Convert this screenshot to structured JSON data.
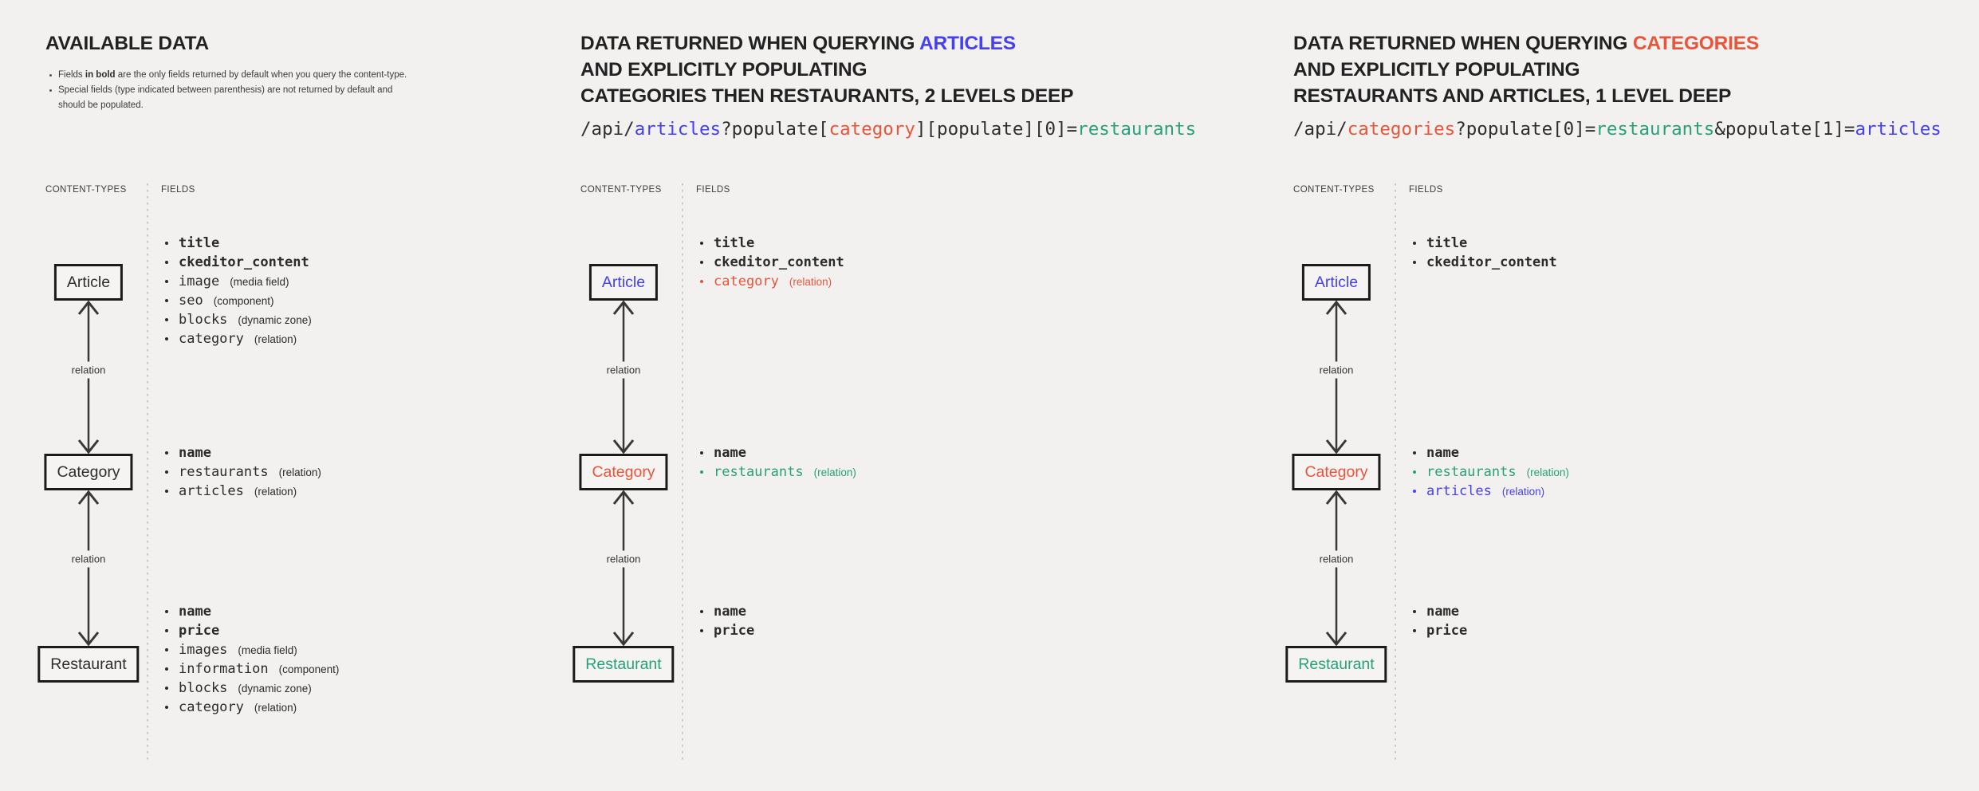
{
  "colors": {
    "background": "#f2f1f0",
    "dark": "#2b2b2b",
    "blue": "#4540f2",
    "red": "#ea5439",
    "green": "#27a17b",
    "arrow": "#383838"
  },
  "panels": [
    {
      "title": "AVAILABLE DATA",
      "notes": [
        {
          "pre": "Fields ",
          "bold": "in bold",
          "post": " are the only fields returned by default when you query the content-type."
        },
        {
          "text": "Special fields (type indicated between parenthesis) are not returned by default and should be populated."
        }
      ],
      "columns": {
        "content_types": "CONTENT-TYPES",
        "fields": "FIELDS"
      },
      "relation_label": "relation",
      "content_types": [
        {
          "label": "Article",
          "fields": [
            {
              "name": "title",
              "bold": true
            },
            {
              "name": "ckeditor_content",
              "bold": true
            },
            {
              "name": "image",
              "type": "(media field)"
            },
            {
              "name": "seo",
              "type": "(component)"
            },
            {
              "name": "blocks",
              "type": "(dynamic zone)"
            },
            {
              "name": "category",
              "type": "(relation)"
            }
          ]
        },
        {
          "label": "Category",
          "fields": [
            {
              "name": "name",
              "bold": true
            },
            {
              "name": "restaurants",
              "type": "(relation)"
            },
            {
              "name": "articles",
              "type": "(relation)"
            }
          ]
        },
        {
          "label": "Restaurant",
          "fields": [
            {
              "name": "name",
              "bold": true
            },
            {
              "name": "price",
              "bold": true
            },
            {
              "name": "images",
              "type": "(media field)"
            },
            {
              "name": "information",
              "type": "(component)"
            },
            {
              "name": "blocks",
              "type": "(dynamic zone)"
            },
            {
              "name": "category",
              "type": "(relation)"
            }
          ]
        }
      ]
    },
    {
      "heading": {
        "line1_plain": "DATA RETURNED WHEN QUERYING ",
        "line1_highlight": "ARTICLES",
        "line2": "AND EXPLICITLY POPULATING",
        "line3": "CATEGORIES THEN RESTAURANTS, 2 LEVELS DEEP"
      },
      "url": [
        {
          "text": "/api/",
          "color": "dark"
        },
        {
          "text": "articles",
          "color": "blue"
        },
        {
          "text": "?populate[",
          "color": "dark"
        },
        {
          "text": "category",
          "color": "red"
        },
        {
          "text": "][populate][0]=",
          "color": "dark"
        },
        {
          "text": "restaurants",
          "color": "green"
        }
      ],
      "columns": {
        "content_types": "CONTENT-TYPES",
        "fields": "FIELDS"
      },
      "relation_label": "relation",
      "content_types": [
        {
          "label": "Article",
          "color": "blue",
          "fields": [
            {
              "name": "title",
              "bold": true
            },
            {
              "name": "ckeditor_content",
              "bold": true
            },
            {
              "name": "category",
              "type": "(relation)",
              "color": "red"
            }
          ]
        },
        {
          "label": "Category",
          "color": "red",
          "fields": [
            {
              "name": "name",
              "bold": true
            },
            {
              "name": "restaurants",
              "type": "(relation)",
              "color": "green"
            }
          ]
        },
        {
          "label": "Restaurant",
          "color": "green",
          "fields": [
            {
              "name": "name",
              "bold": true
            },
            {
              "name": "price",
              "bold": true
            }
          ]
        }
      ]
    },
    {
      "heading": {
        "line1_plain": "DATA RETURNED WHEN QUERYING ",
        "line1_highlight": "CATEGORIES",
        "line2": "AND EXPLICITLY POPULATING",
        "line3": "RESTAURANTS AND ARTICLES, 1 LEVEL DEEP"
      },
      "url": [
        {
          "text": "/api/",
          "color": "dark"
        },
        {
          "text": "categories",
          "color": "red"
        },
        {
          "text": "?populate[0]=",
          "color": "dark"
        },
        {
          "text": "restaurants",
          "color": "green"
        },
        {
          "text": "&populate[1]=",
          "color": "dark"
        },
        {
          "text": "articles",
          "color": "blue"
        }
      ],
      "columns": {
        "content_types": "CONTENT-TYPES",
        "fields": "FIELDS"
      },
      "relation_label": "relation",
      "content_types": [
        {
          "label": "Article",
          "color": "blue",
          "fields": [
            {
              "name": "title",
              "bold": true
            },
            {
              "name": "ckeditor_content",
              "bold": true
            }
          ]
        },
        {
          "label": "Category",
          "color": "red",
          "fields": [
            {
              "name": "name",
              "bold": true
            },
            {
              "name": "restaurants",
              "type": "(relation)",
              "color": "green"
            },
            {
              "name": "articles",
              "type": "(relation)",
              "color": "blue"
            }
          ]
        },
        {
          "label": "Restaurant",
          "color": "green",
          "fields": [
            {
              "name": "name",
              "bold": true
            },
            {
              "name": "price",
              "bold": true
            }
          ]
        }
      ]
    }
  ]
}
